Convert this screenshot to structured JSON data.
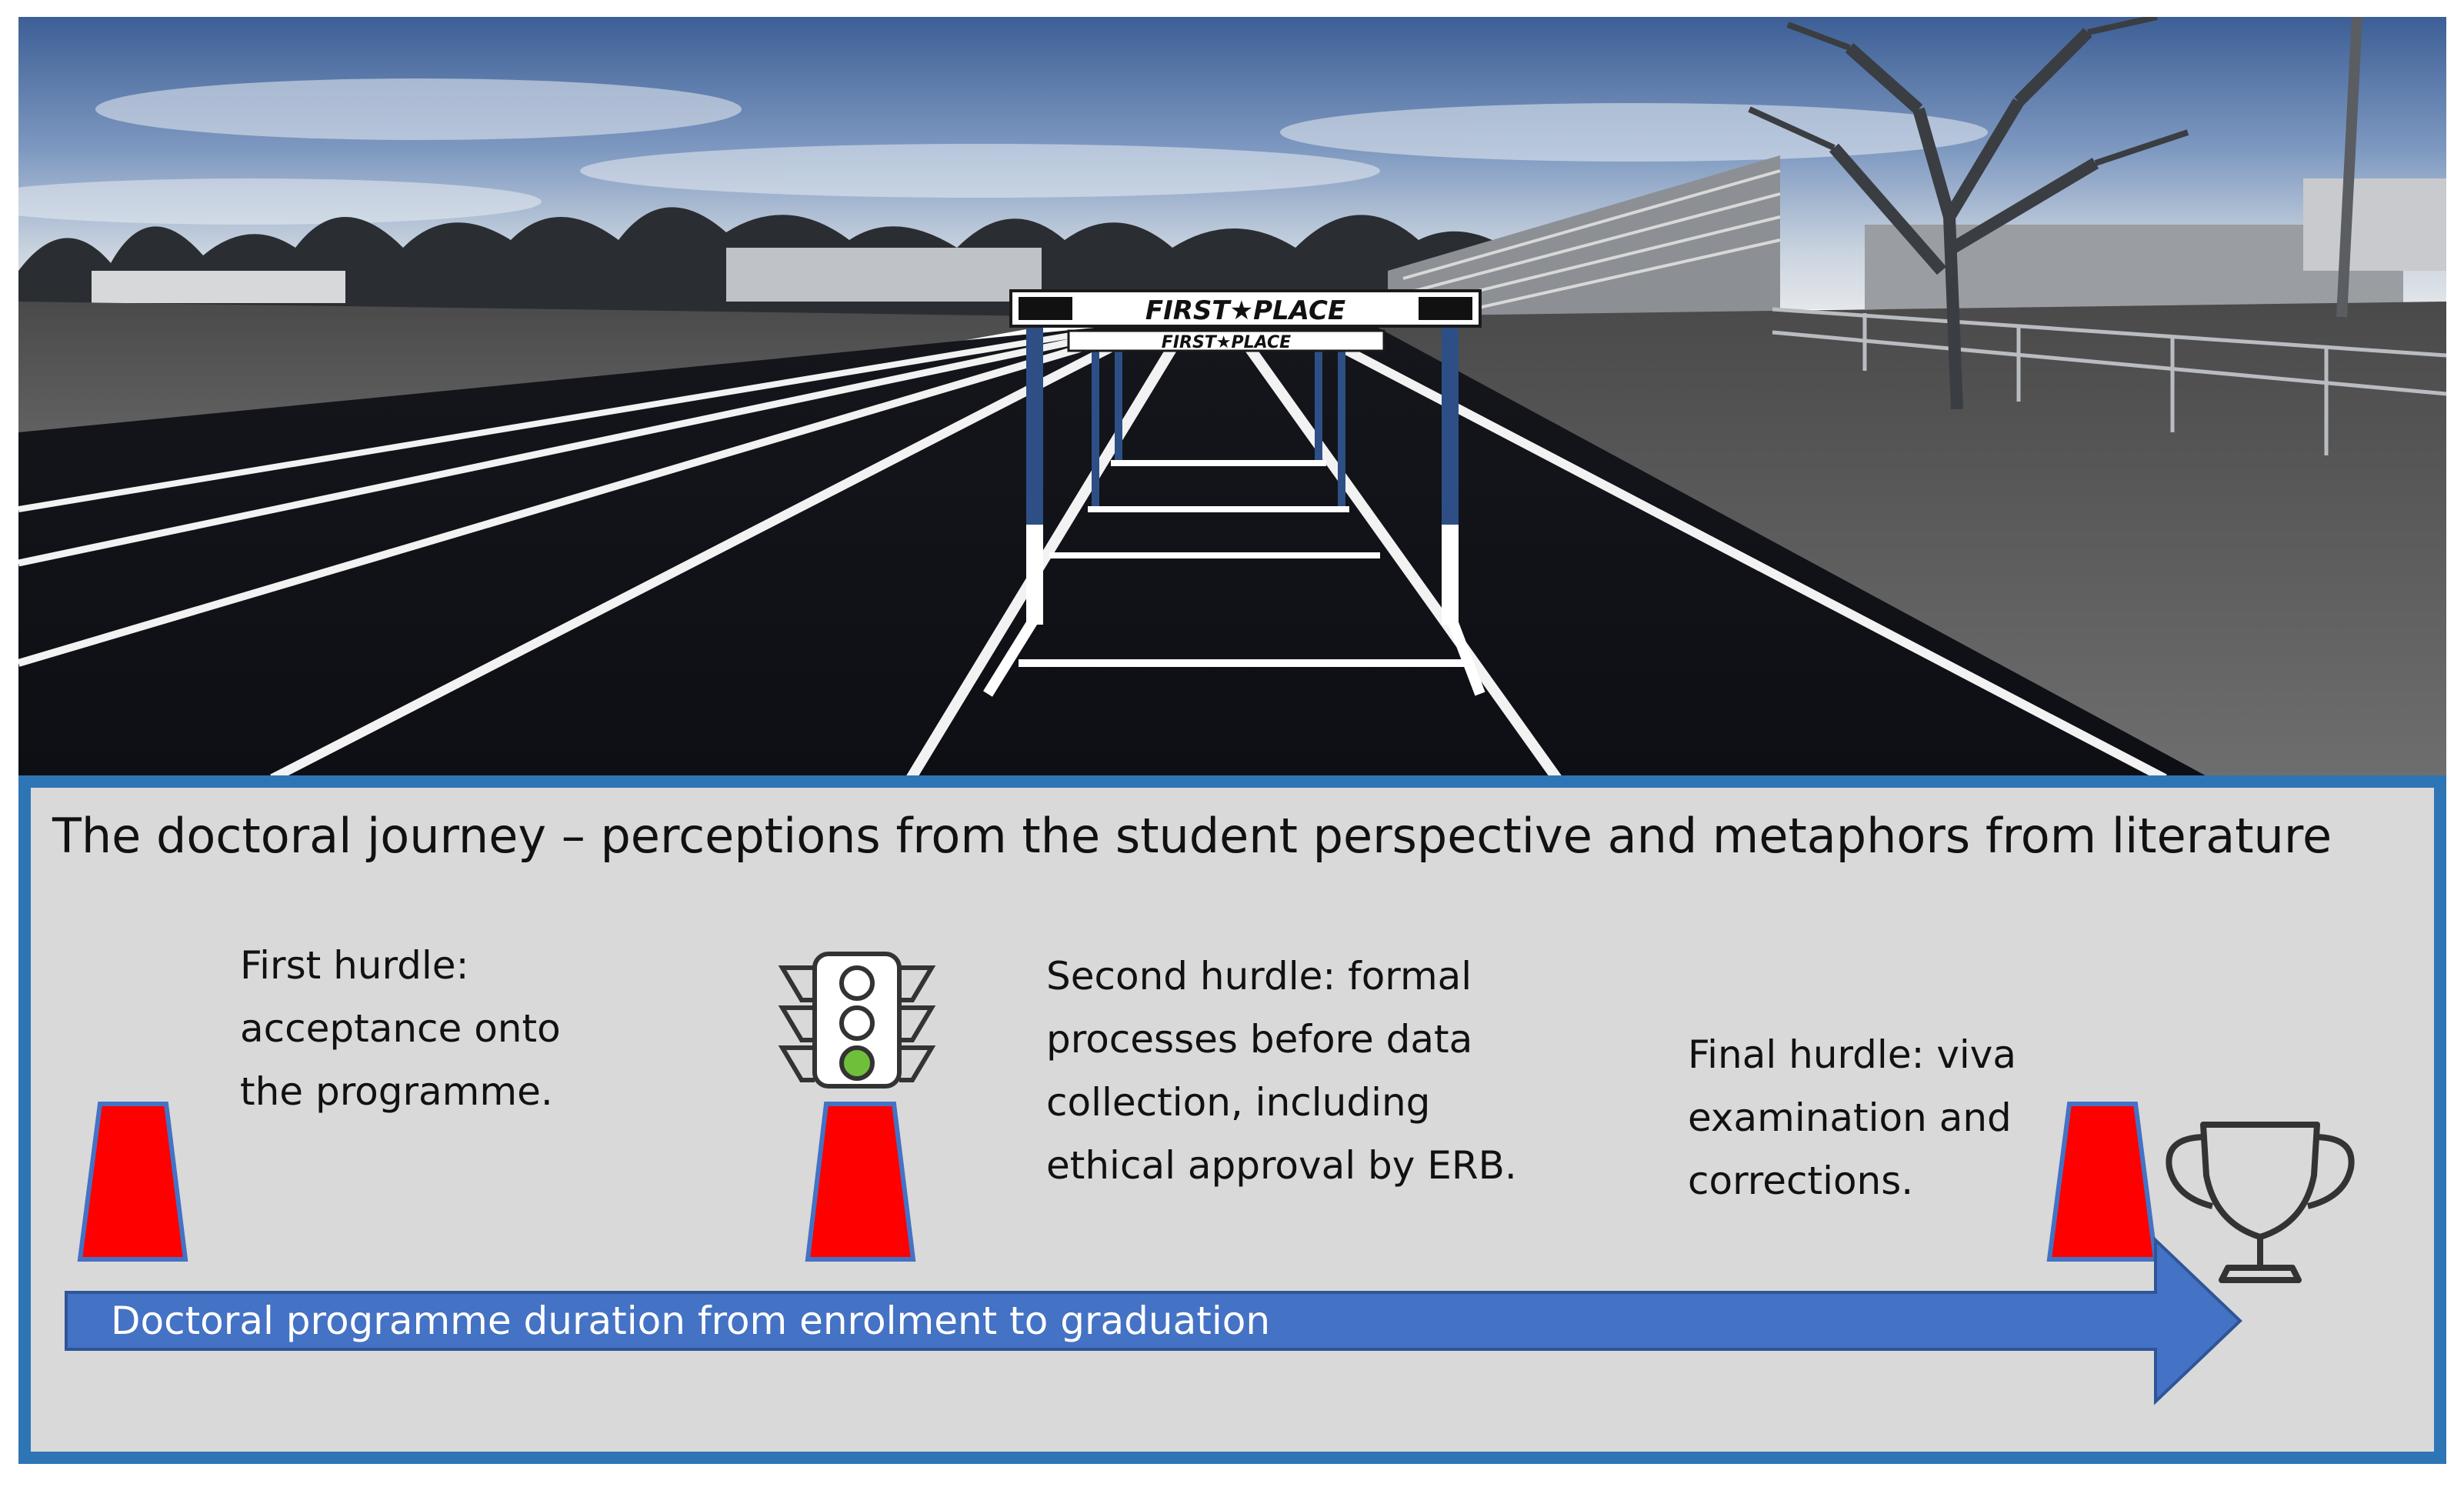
{
  "photo": {
    "hurdle_brand_text": "FIRST★PLACE"
  },
  "diagram": {
    "title": "The doctoral journey – perceptions from the student perspective and metaphors from literature",
    "hurdles": [
      {
        "lines": [
          "First hurdle:",
          "acceptance onto",
          "the programme."
        ]
      },
      {
        "lines": [
          "Second hurdle: formal",
          "processes before data",
          "collection, including",
          "ethical approval by ERB."
        ]
      },
      {
        "lines": [
          "Final hurdle: viva",
          "examination and",
          "corrections."
        ]
      }
    ],
    "arrow_label": "Doctoral programme duration from enrolment to graduation",
    "icons": [
      "cone-icon",
      "traffic-light-icon",
      "trophy-icon"
    ],
    "colors": {
      "panel_bg": "#d9d9d9",
      "panel_border": "#2e75b6",
      "arrow_fill": "#4472c4",
      "cone_fill": "#ff0000",
      "cone_stroke": "#4472c4",
      "traffic_green": "#6fbf3b"
    }
  }
}
